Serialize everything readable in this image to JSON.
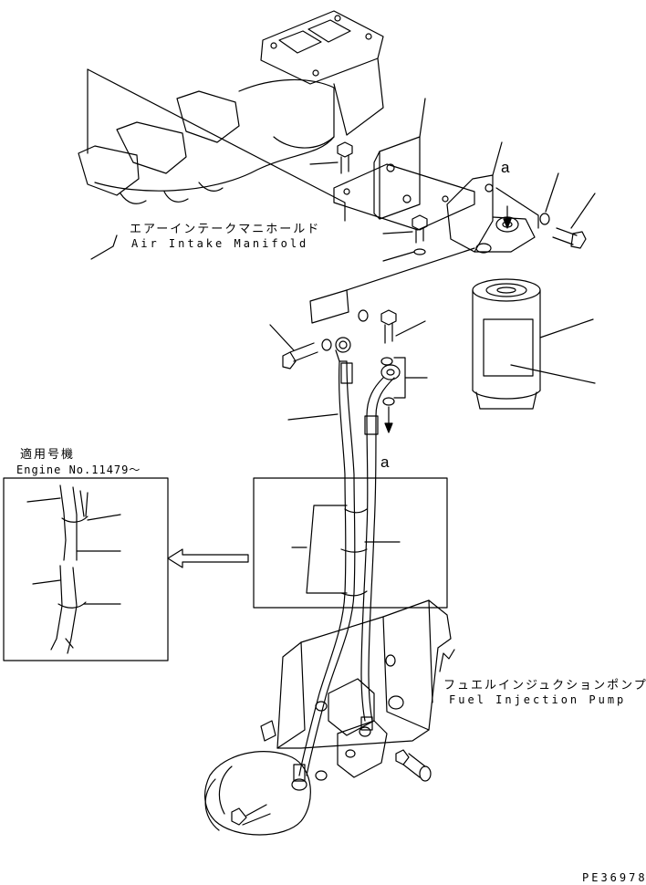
{
  "labels": {
    "air_intake_jp": "エアーインテークマニホールド",
    "air_intake_en": "Air Intake Manifold",
    "fuel_pump_jp": "フュエルインジュクションポンプ",
    "fuel_pump_en": "Fuel Injection Pump",
    "applicable_jp": "適用号機",
    "engine_no": "Engine No.11479～",
    "connection_a_top": "a",
    "connection_a_bottom": "a",
    "drawing_code": "PE36978"
  },
  "colors": {
    "line": "#000000",
    "background": "#ffffff"
  },
  "icons": {
    "reference_arrow": "hollow-left-arrow",
    "flow_arrow": "down-arrow"
  }
}
